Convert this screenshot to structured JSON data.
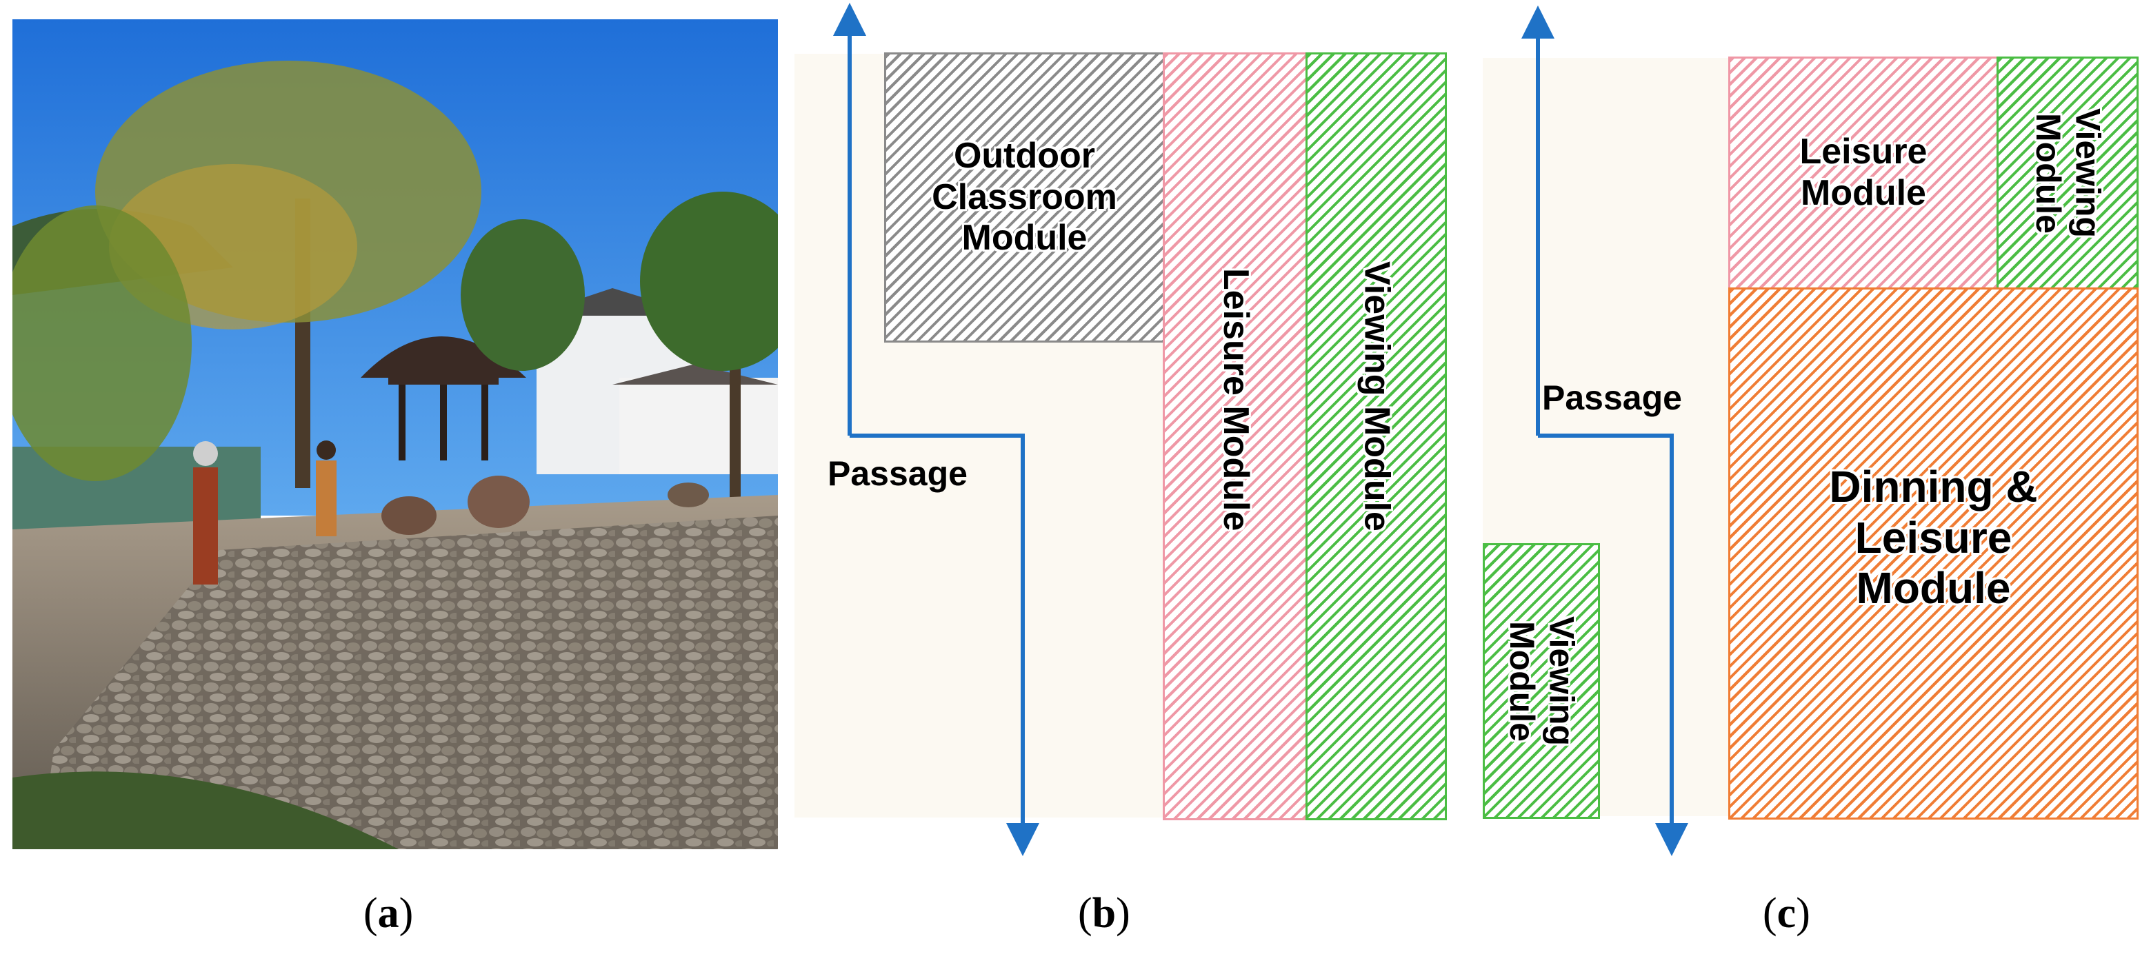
{
  "panel_a": {
    "caption_open": "(",
    "caption_letter": "a",
    "caption_close": ")"
  },
  "panel_b": {
    "caption_open": "(",
    "caption_letter": "b",
    "caption_close": ")",
    "passage": "Passage",
    "outdoor_classroom": [
      "Outdoor",
      "Classroom",
      "Module"
    ],
    "leisure": "Leisure Module",
    "viewing": "Viewing Module"
  },
  "panel_c": {
    "caption_open": "(",
    "caption_letter": "c",
    "caption_close": ")",
    "passage": "Passage",
    "leisure": [
      "Leisure",
      "Module"
    ],
    "viewing_top": [
      "Viewing",
      "Module"
    ],
    "viewing_left": [
      "Viewing",
      "Module"
    ],
    "dining": [
      "Dinning &",
      "Leisure",
      "Module"
    ]
  },
  "colors": {
    "passage_line": "#1f72c6",
    "outdoor_classroom": "#8a8a8a",
    "leisure": "#ef98a6",
    "viewing": "#4bbd44",
    "dining": "#f07d35",
    "panel_background": "#fcf9f2"
  }
}
